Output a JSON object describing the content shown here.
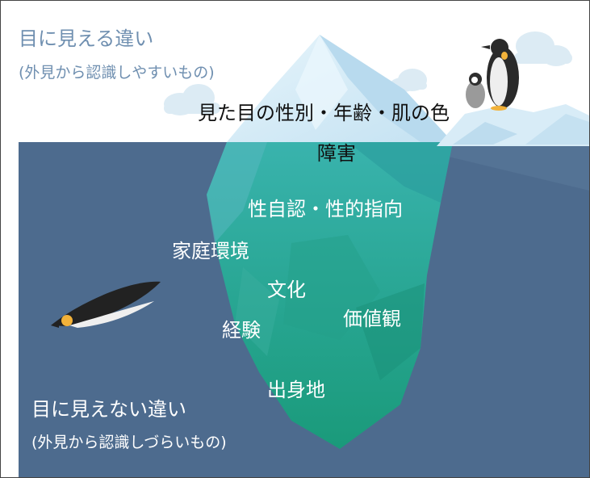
{
  "visible": {
    "title": "目に見える違い",
    "subtitle": "(外見から認識しやすいもの)",
    "items": [
      "見た目の性別・年齢・肌の色",
      "障害"
    ]
  },
  "invisible": {
    "title": "目に見えない違い",
    "subtitle": "(外見から認識しづらいもの)",
    "items": [
      "性自認・性的指向",
      "家庭環境",
      "文化",
      "経験",
      "価値観",
      "出身地"
    ]
  },
  "colors": {
    "sea": "#4d6b8e",
    "sea_dark": "#435e7e",
    "iceberg_top": "#d6ecf7",
    "iceberg_shade": "#b5d9ee",
    "iceberg_underwater_top": "#2fa7a3",
    "iceberg_underwater_bottom": "#1f9c7d",
    "text_light_blue": "#6f8fb0"
  }
}
